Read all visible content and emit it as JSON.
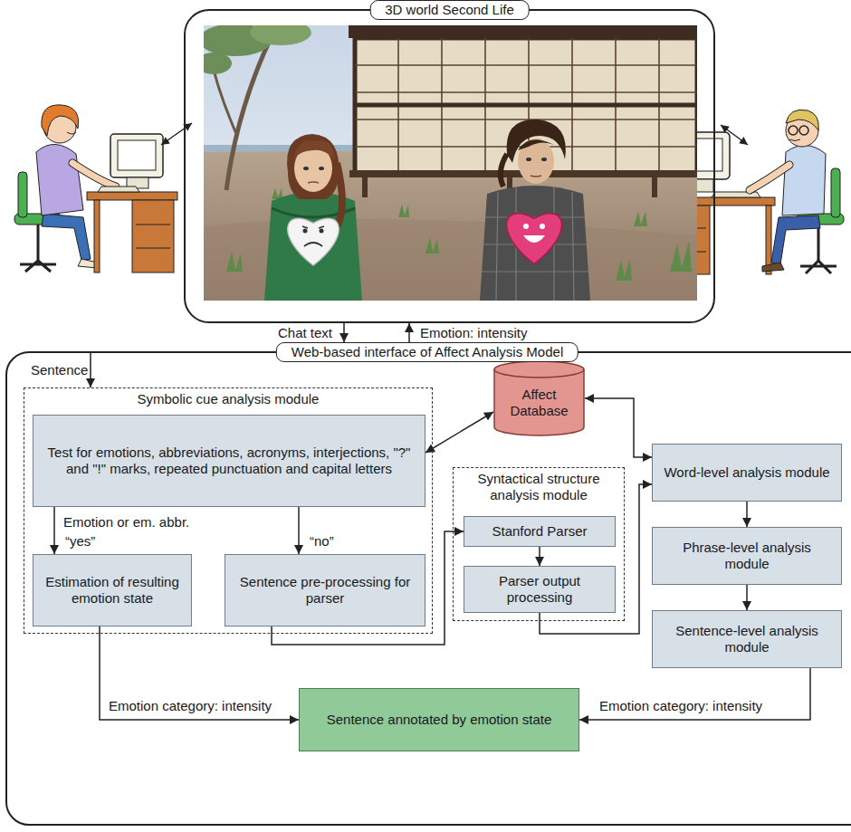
{
  "diagram": {
    "nodes": [
      {
        "text": [
          "3D world Second Life"
        ]
      },
      {
        "text": [
          "Web-based interface of Affect Analysis Model"
        ]
      },
      {
        "text": [
          "Symbolic cue analysis module"
        ],
        "in": 1
      },
      {
        "text": [
          "Test for emotions, abbreviations, acronyms, interjections, \"?\" and \"!\" marks, repeated punctuation and capital letters"
        ],
        "in": 2
      },
      {
        "text": [
          "Estimation of resulting emotion state"
        ],
        "in": 2
      },
      {
        "text": [
          "Sentence pre-processing for parser"
        ],
        "in": 2
      },
      {
        "text": [
          "Affect Database"
        ],
        "in": 1
      },
      {
        "text": [
          "Syntactical structure analysis module"
        ],
        "in": 1
      },
      {
        "text": [
          "Stanford Parser"
        ],
        "in": 7
      },
      {
        "text": [
          "Parser output processing"
        ],
        "in": 7
      },
      {
        "text": [
          "Word-level analysis module"
        ],
        "in": 1
      },
      {
        "text": [
          "Phrase-level analysis module"
        ],
        "in": 1
      },
      {
        "text": [
          "Sentence-level analysis module"
        ],
        "in": 1
      },
      {
        "text": [
          "Sentence annotated by emotion state"
        ],
        "in": 1
      }
    ],
    "edges": [
      {
        "from": 0,
        "to": 1,
        "label": "Chat text",
        "arrow": "to"
      },
      {
        "from": 1,
        "to": 0,
        "label": "Emotion: intensity",
        "arrow": "to"
      },
      {
        "from": 1,
        "to": 2,
        "label": "Sentence",
        "arrow": "to"
      },
      {
        "from": 3,
        "to": 4,
        "label": "“yes”",
        "arrow": "to"
      },
      {
        "from": 3,
        "to": 5,
        "label": "“no”",
        "arrow": "to"
      },
      {
        "from": 3,
        "to": 6,
        "arrow": "both"
      },
      {
        "from": 6,
        "to": 10,
        "arrow": "both"
      },
      {
        "from": 5,
        "to": 8,
        "arrow": "to"
      },
      {
        "from": 8,
        "to": 9,
        "arrow": "to"
      },
      {
        "from": 9,
        "to": 10,
        "arrow": "to"
      },
      {
        "from": 10,
        "to": 11,
        "arrow": "to"
      },
      {
        "from": 11,
        "to": 12,
        "arrow": "to"
      },
      {
        "from": 4,
        "to": 13,
        "label": "Emotion category: intensity",
        "arrow": "to"
      },
      {
        "from": 12,
        "to": 13,
        "label": "Emotion category: intensity",
        "arrow": "to"
      }
    ],
    "labels": [
      "Emotion or em. abbr."
    ]
  }
}
